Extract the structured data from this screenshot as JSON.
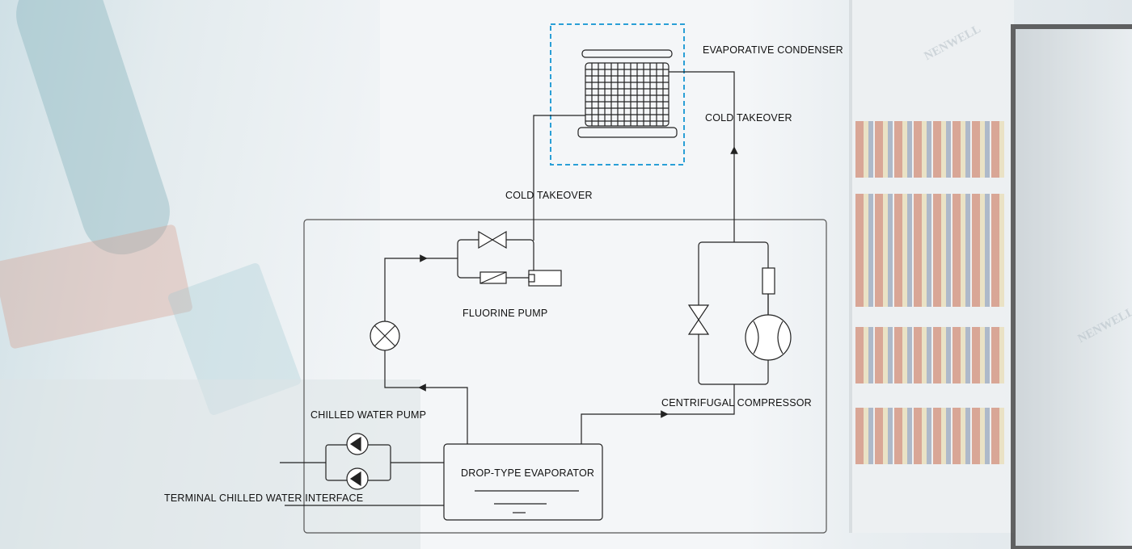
{
  "labels": {
    "evaporative_condenser": "EVAPORATIVE CONDENSER",
    "cold_takeover_right": "COLD TAKEOVER",
    "cold_takeover_left": "COLD TAKEOVER",
    "fluorine_pump": "FLUORINE PUMP",
    "chilled_water_pump": "CHILLED WATER PUMP",
    "centrifugal_compressor": "CENTRIFUGAL COMPRESSOR",
    "drop_type_evaporator": "DROP-TYPE EVAPORATOR",
    "terminal_interface": "TERMINAL CHILLED WATER INTERFACE"
  },
  "watermark": {
    "brand": "NENWELL"
  },
  "colors": {
    "line": "#222222",
    "dashed_box": "#2a9fd6"
  }
}
